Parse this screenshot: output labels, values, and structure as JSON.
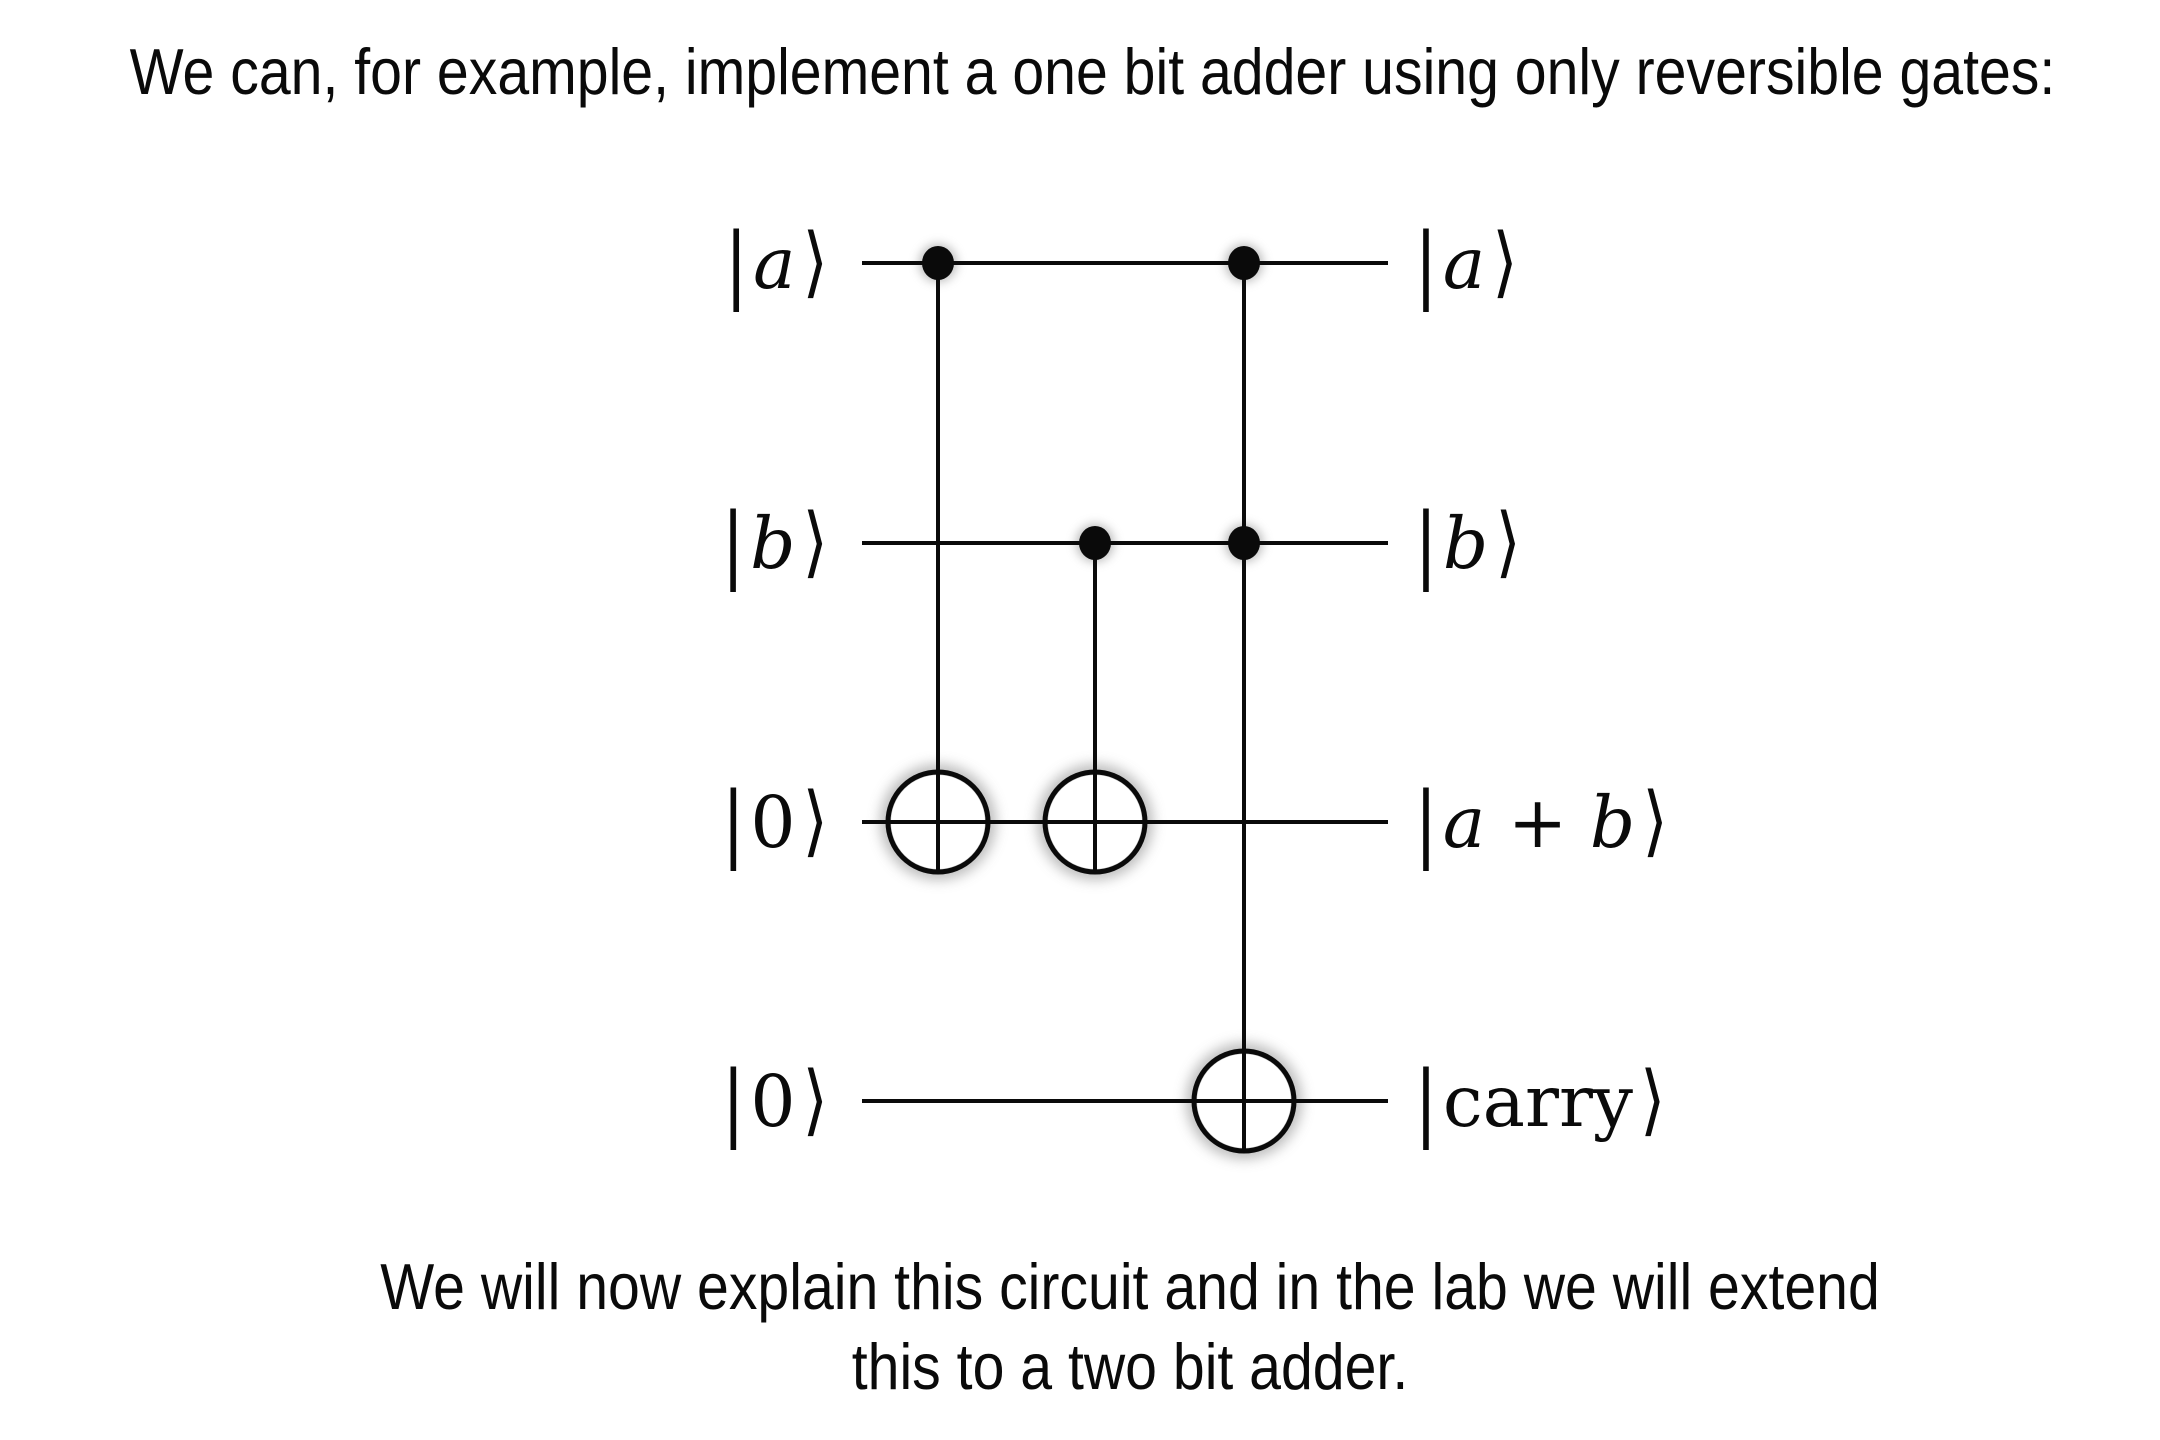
{
  "slide": {
    "title": "We can, for example, implement a one bit adder using only reversible gates:",
    "footer": {
      "line1": "We will now explain this circuit and in the lab we will extend",
      "line2": "this to a two bit adder."
    }
  },
  "circuit": {
    "ket_open": "|",
    "ket_close": "⟩",
    "wires": [
      {
        "id": "a",
        "input": "a",
        "output": "a"
      },
      {
        "id": "b",
        "input": "b",
        "output": "b"
      },
      {
        "id": "sum",
        "input": "0",
        "output": "a + b"
      },
      {
        "id": "carry",
        "input": "0",
        "output": "carry"
      }
    ],
    "gates": [
      {
        "type": "CNOT",
        "control": "a",
        "target": "sum"
      },
      {
        "type": "CNOT",
        "control": "b",
        "target": "sum"
      },
      {
        "type": "Toffoli",
        "controls": "a, b",
        "target": "carry"
      }
    ],
    "colors": {
      "ink": "#0a0a0a",
      "glow": "#9a9a9a",
      "background": "#ffffff"
    }
  }
}
